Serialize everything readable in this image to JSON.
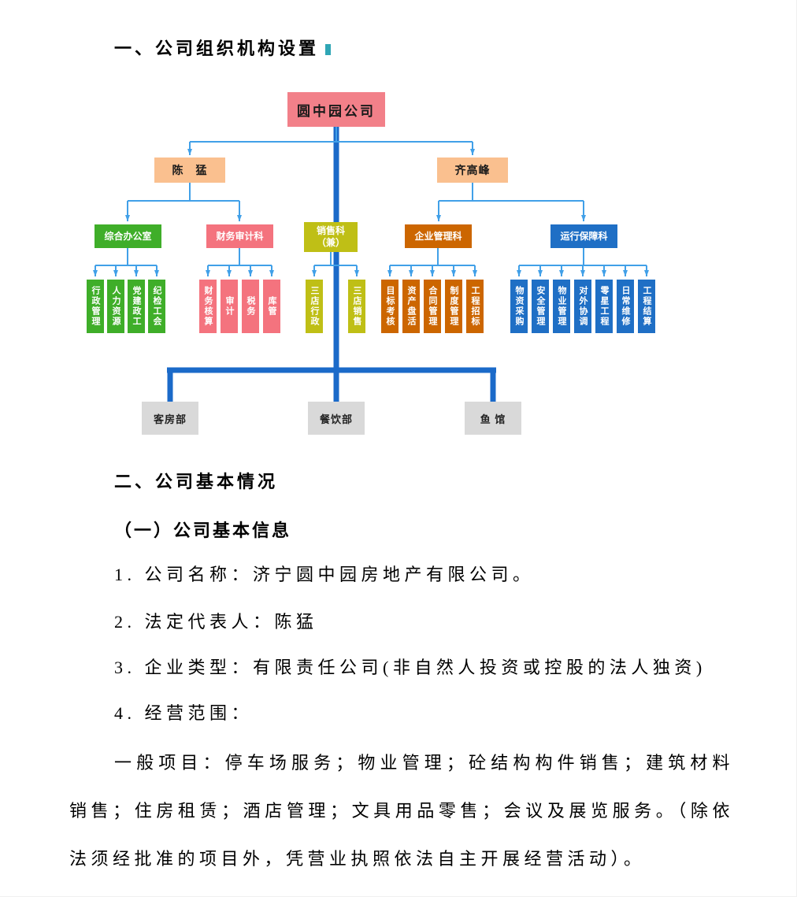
{
  "colors": {
    "root_bg": "#F28089",
    "leader_bg": "#FAC08F",
    "dept_green": "#3FAE29",
    "dept_pink": "#F4737E",
    "dept_yellow": "#BFBF16",
    "dept_orange": "#CC6600",
    "dept_blue": "#1F6FC5",
    "bottom_gray": "#D9D9D9",
    "line_thin": "#41A0E8",
    "line_thick": "#1B6AC9",
    "pmark_color": "#2FA6B5",
    "text_dark": "#1a1a1a",
    "text_light": "#FFFFFF"
  },
  "headings": {
    "section1": "一、公司组织机构设置",
    "section2": "二、公司基本情况",
    "subsection1": "（一）公司基本信息"
  },
  "org_chart": {
    "root": "圆中园公司",
    "leaders": [
      "陈　猛",
      "齐高峰"
    ],
    "departments": [
      {
        "label": "综合办公室",
        "children": [
          "行政管理",
          "人力资源",
          "党建政工",
          "纪检工会"
        ]
      },
      {
        "label": "财务审计科",
        "children": [
          "财务核算",
          "审计",
          "税务",
          "库管"
        ]
      },
      {
        "label": "销售科\n（兼）",
        "children": [
          "三店行政",
          "三店销售"
        ]
      },
      {
        "label": "企业管理科",
        "children": [
          "目标考核",
          "资产盘活",
          "合同管理",
          "制度管理",
          "工程招标"
        ]
      },
      {
        "label": "运行保障科",
        "children": [
          "物资采购",
          "安全管理",
          "物业管理",
          "对外协调",
          "零星工程",
          "日常维修",
          "工程结算"
        ]
      }
    ],
    "bottom_units": [
      "客房部",
      "餐饮部",
      "鱼 馆"
    ]
  },
  "body": {
    "item1": "1. 公司名称：济宁圆中园房地产有限公司。",
    "item2": "2. 法定代表人：陈猛",
    "item3": "3. 企业类型：有限责任公司(非自然人投资或控股的法人独资)",
    "item4": "4. 经营范围：",
    "paragraph": "一般项目：停车场服务；物业管理；砼结构构件销售；建筑材料销售；住房租赁；酒店管理；文具用品零售；会议及展览服务。（除依法须经批准的项目外，凭营业执照依法自主开展经营活动）。"
  }
}
